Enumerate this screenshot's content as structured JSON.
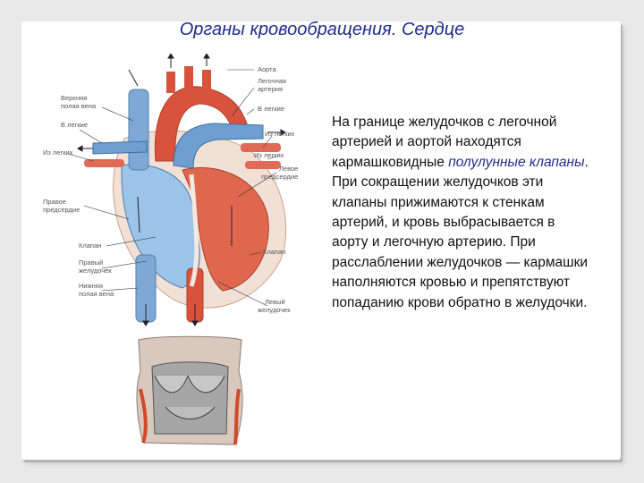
{
  "slide": {
    "title": "Органы кровообращения. Сердце",
    "paragraph": {
      "before": "На границе желудочков с легочной артерией и аортой находятся кармашковидные ",
      "highlight": "полулунные клапаны",
      "after": ". При сокращении желудочков эти клапаны прижимаются к стенкам артерий, и кровь выбрасывается в аорту и легочную артерию. При расслаблении желудочков — кармашки наполняются кровью и препятствуют попаданию крови обратно в желудочки."
    }
  },
  "diagram": {
    "labels": {
      "aorta": "Аорта",
      "pulm_artery_1": "Легочная",
      "pulm_artery_2": "артерия",
      "upper_vena_1": "Верхняя",
      "upper_vena_2": "полая вена",
      "lungs_left": "В легкие",
      "from_lungs_left": "Из легких",
      "lungs_right": "В легкие",
      "from_lungs_right": "Из легких",
      "left_atrium_1": "Левое",
      "left_atrium_2": "предсердие",
      "right_atrium_1": "Правое",
      "right_atrium_2": "предсердие",
      "valve_left": "Клапан",
      "valve_right": "Клапан",
      "right_ventricle_1": "Правый",
      "right_ventricle_2": "желудочек",
      "lower_vena_1": "Нижняя",
      "lower_vena_2": "полая вена",
      "left_ventricle_1": "Левый",
      "left_ventricle_2": "желудочек"
    }
  },
  "colors": {
    "title": "#1f2d8a",
    "artery_red": "#d9533c",
    "vein_blue": "#8fb8e0"
  }
}
